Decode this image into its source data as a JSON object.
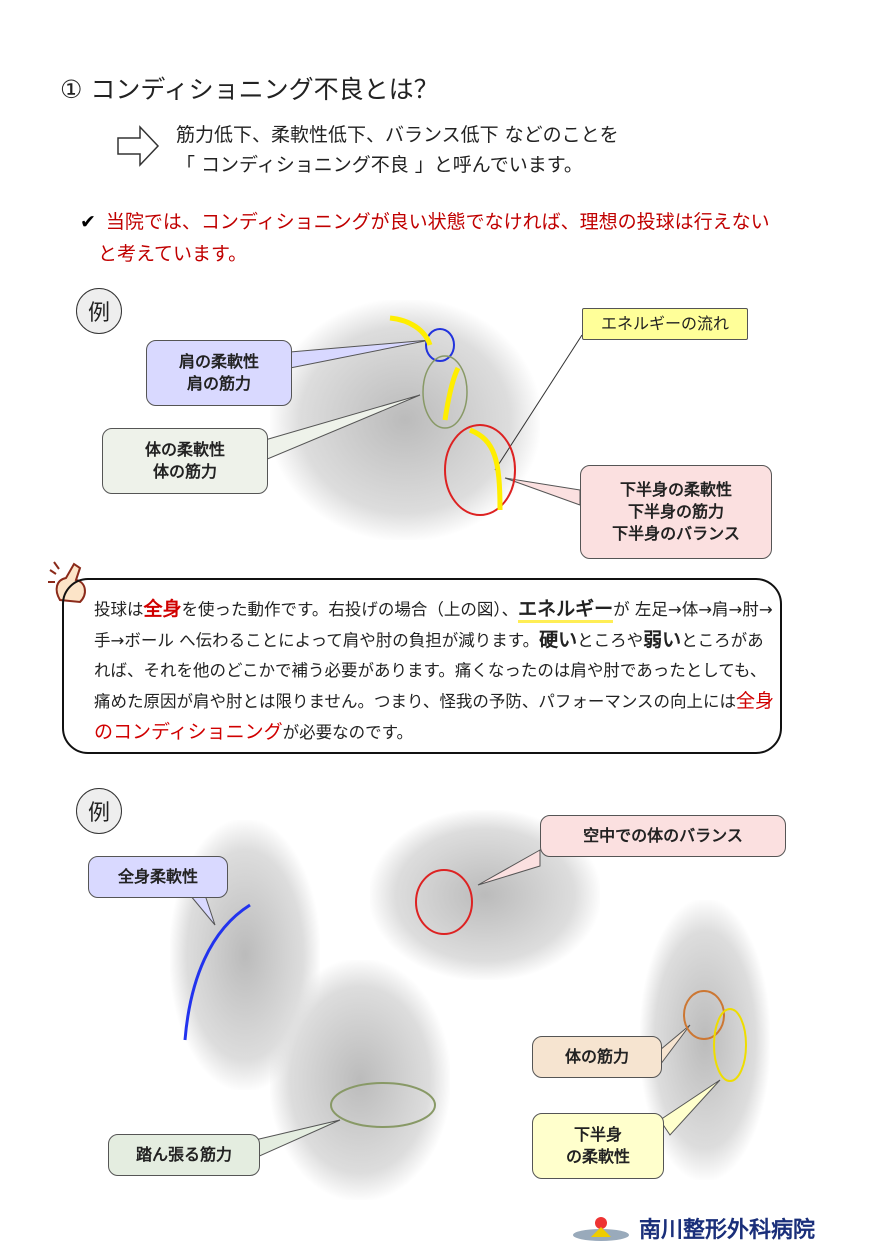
{
  "heading": "① コンディショニング不良とは？",
  "definition": {
    "line1": "筋力低下、柔軟性低下、バランス低下 などのことを",
    "line2": "「 コンディショニング不良 」と呼んでいます。"
  },
  "policy": {
    "check": "✔",
    "line1": "当院では、コンディショニングが良い状態でなければ、理想の投球は行えない",
    "line2": "と考えています。"
  },
  "example_label": "例",
  "example1": {
    "shoulder": [
      "肩の柔軟性",
      "肩の筋力"
    ],
    "body": [
      "体の柔軟性",
      "体の筋力"
    ],
    "energy": "エネルギーの流れ",
    "lower": [
      "下半身の柔軟性",
      "下半身の筋力",
      "下半身のバランス"
    ]
  },
  "explanation": {
    "p1": "投球は",
    "p2": "全身",
    "p3": "を使った動作です。右投げの場合（上の図）、",
    "p4": "エネルギー",
    "p5": "が 左足→体→肩→肘→手→ボール へ伝わることによって肩や肘の負担が減ります。",
    "p6": "硬い",
    "p7": "ところや",
    "p8": "弱い",
    "p9": "ところがあれば、それを他のどこかで補う必要があります。痛くなったのは肩や肘であったとしても、痛めた原因が肩や肘とは限りません。つまり、怪我の予防、パフォーマンスの向上には",
    "p10": "全身のコンディショニング",
    "p11": "が必要なのです。"
  },
  "example2": {
    "whole": "全身柔軟性",
    "air": "空中での体のバランス",
    "body": "体の筋力",
    "lower": [
      "下半身",
      "の柔軟性"
    ],
    "brace": "踏ん張る筋力"
  },
  "logo": "南川整形外科病院"
}
